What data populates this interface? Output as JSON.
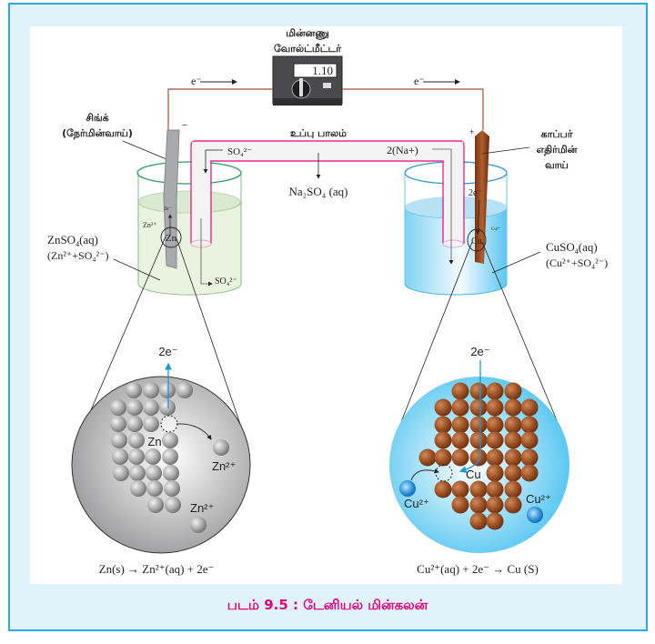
{
  "figure": {
    "caption": "படம் 9.5 : டேனியல் மின்கலன்",
    "caption_color": "#e6007e",
    "frame_color": "#29abe2",
    "background_color": "#e0f2fa"
  },
  "voltmeter": {
    "label_line1": "மின்னணு",
    "label_line2": "வோல்ட்மீட்டர்",
    "reading": "1.10"
  },
  "wire": {
    "electron_left": "e⁻",
    "electron_right": "e⁻"
  },
  "zinc": {
    "label_line1": "சிங்க்",
    "label_line2": "(நேர்மின்வாய்)",
    "sign": "−",
    "solution": "ZnSO",
    "solution_sub": "4",
    "solution_tail": "(aq)",
    "ions": "(Zn²⁺+SO₄²⁻)",
    "electrode_symbol": "Zn",
    "electrode_ion": "Zn²⁺",
    "electrode_electrons": "2e⁻",
    "sulfate_label": "SO₄²⁻"
  },
  "copper": {
    "label_line1": "காப்பர்",
    "label_line2": "எதிர்மின்",
    "label_line3": "வாய்",
    "sign": "+",
    "solution": "CuSO",
    "solution_sub": "4",
    "solution_tail": "(aq)",
    "ions": "(Cu²⁺+SO₄²⁻)",
    "electrode_symbol": "Cu",
    "electrode_ion": "Cu²⁺",
    "electrode_electrons": "2e⁻"
  },
  "salt_bridge": {
    "label": "உப்பு பாலம்",
    "left_ion": "SO₄²⁻",
    "right_ion": "2(Na+)",
    "content": "Na₂SO₄ (aq)",
    "color": "#ec2a8c"
  },
  "zoom_left": {
    "electrons": "2e⁻",
    "atom": "Zn",
    "ion_1": "Zn²⁺",
    "ion_2": "Zn²⁺",
    "equation": "Zn(s) → Zn²⁺(aq) + 2e⁻"
  },
  "zoom_right": {
    "electrons": "2e⁻",
    "atom": "Cu",
    "ion_1": "Cu²⁺",
    "ion_2": "Cu²⁺",
    "equation": "Cu²⁺(aq) + 2e⁻ → Cu (S)"
  }
}
